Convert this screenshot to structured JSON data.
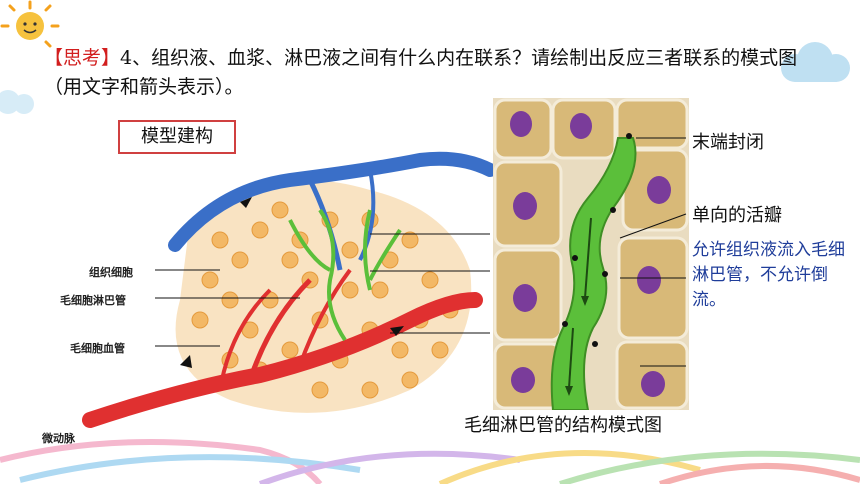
{
  "question": {
    "tag": "【思考】",
    "text": "4、组织液、血浆、淋巴液之间有什么内在联系？请绘制出反应三者联系的模式图（用文字和箭头表示）。"
  },
  "model_box": {
    "label": "模型建构"
  },
  "left_figure": {
    "labels": [
      "组织细胞",
      "毛细胞淋巴管",
      "毛细胞血管",
      "微动脉"
    ]
  },
  "right_figure": {
    "caption": "毛细淋巴管的结构模式图",
    "annotations": {
      "closed_end": "末端封闭",
      "valve": "单向的活瓣",
      "note": "允许组织液流入毛细淋巴管，不允许倒流。"
    }
  },
  "colors": {
    "tag_red": "#d21e1e",
    "note_blue": "#1f3d9a",
    "vessel_red": "#e03030",
    "vessel_blue": "#3a6fc8",
    "lymph_green": "#5bbf3a",
    "cell_tan": "#d8b978",
    "nucleus_purple": "#7a3c9a"
  }
}
